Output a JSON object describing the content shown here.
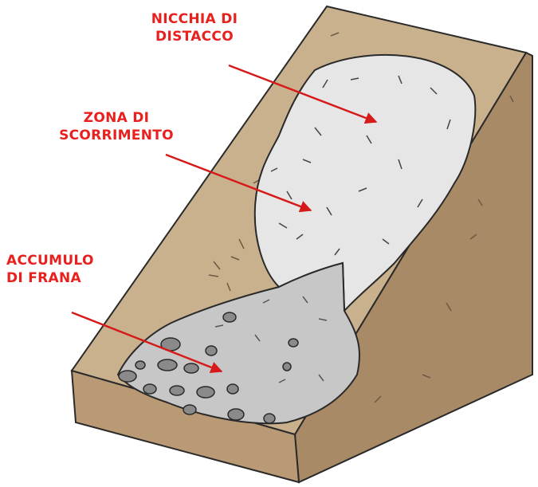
{
  "colors": {
    "label": "#e8201e",
    "arrow": "#d61a1a",
    "soil_top": "#c9b18d",
    "soil_side": "#a98a66",
    "outline": "#2a2a2a",
    "scar": "#e6e6e6",
    "deposit": "#c7c7c7",
    "rock": "#8a8a8a"
  },
  "labels": [
    {
      "line1": "NICCHIA DI",
      "line2": "DISTACCO"
    },
    {
      "line1": "ZONA DI",
      "line2": "SCORRIMENTO"
    },
    {
      "line1": "ACCUMULO",
      "line2": "DI FRANA"
    }
  ],
  "icons": [
    "arrow-icon",
    "rock-icon"
  ]
}
